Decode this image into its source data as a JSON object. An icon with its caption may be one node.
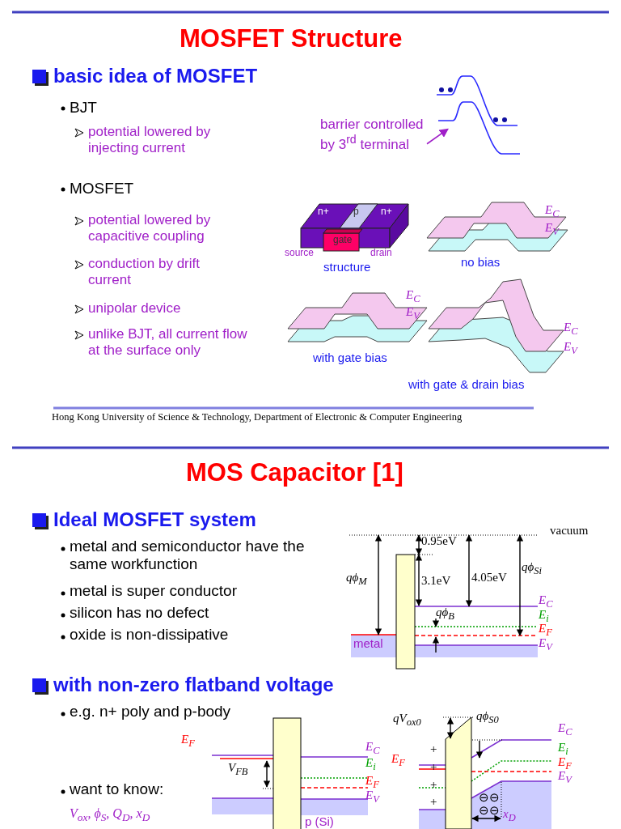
{
  "diagram": {
    "nodes": [
      {
        "text": [
          "barrier controlled by 3$^{rd}$ terminal"
        ]
      },
      {
        "text": [],
        "shape": "picture"
      }
    ],
    "edges": [
      {
        "from": 0,
        "to": 1,
        "arrow": "to"
      }
    ],
    "labels": [
      "MOSFET Structure",
      "basic idea of MOSFET",
      "BJT",
      "potential lowered by injecting current",
      "MOSFET",
      "potential lowered by capacitive coupling",
      "n+",
      "p",
      "n+",
      "E$_{C}$",
      "E$_{V}$",
      "gate",
      "source",
      "drain",
      "structure",
      "no bias",
      "conduction by drift current",
      "unipolar device",
      "E$_{C}$",
      "E$_{V}$",
      "unlike BJT, all current flow at the surface only",
      "E$_{C}$",
      "E$_{V}$",
      "with gate bias",
      "with gate & drain bias",
      "Hong Kong University of Science & Technology, Department of Electronic & Computer Engineering",
      "MOS Capacitor [1]",
      "Ideal MOSFET system",
      "vacuum",
      "0.95eV",
      "metal and semiconductor have the same workfunction",
      "qϕ$_{M}$",
      "3.1eV",
      "4.05eV",
      "qϕ$_{Si}$",
      "metal is super conductor",
      "silicon has no defect",
      "E$_{C}$",
      "qϕ$_{B}$",
      "E$_{i}$",
      "oxide is non-dissipative",
      "metal",
      "E$_{F}$",
      "E$_{V}$",
      "with non-zero flatband voltage",
      "e.g. n+ poly and p-body",
      "qV$_{ox0}$",
      "qϕ$_{S0}$",
      "E$_{C}$",
      "E$_{F}$",
      "E$_{C}$",
      "V$_{FB}$",
      "E$_{i}$",
      "E$_{F}$",
      "E$_{i}$",
      "+",
      "+",
      "E$_{F}$",
      "want to know:",
      "E$_{F}$",
      "E$_{V}$",
      "+",
      "E$_{V}$",
      "+",
      "V$_{ox}$, ϕ$_{S}$, Q$_{D}$, x$_{D}$",
      "p (Si)",
      "⊖⊖",
      "⊖⊖",
      "x$_{D}$"
    ]
  }
}
